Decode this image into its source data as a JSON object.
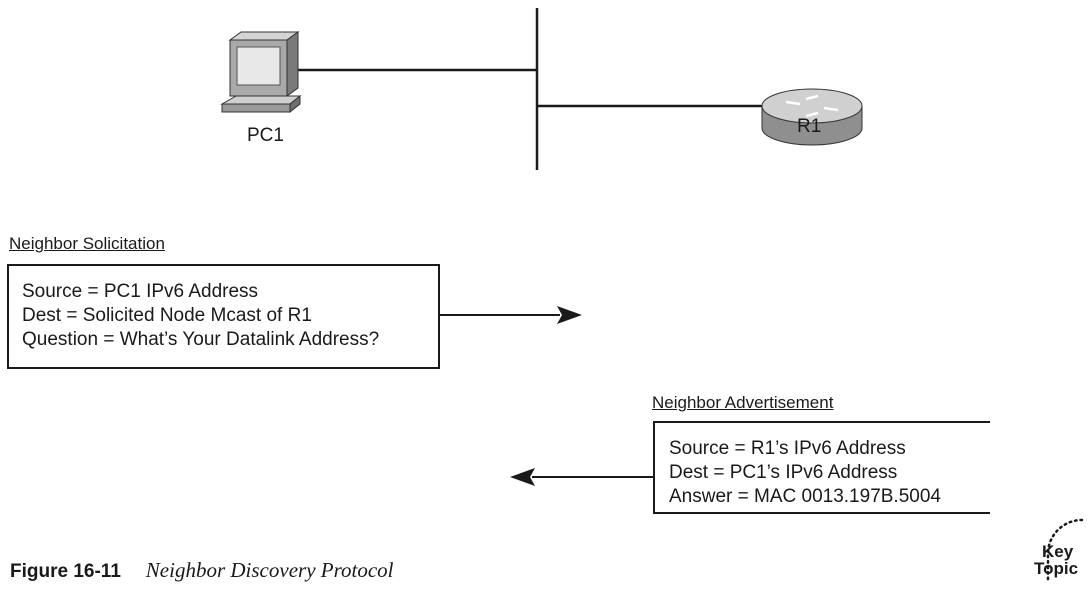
{
  "devices": {
    "pc_label": "PC1",
    "router_label": "R1"
  },
  "solicitation": {
    "heading": "Neighbor Solicitation",
    "lines": [
      "Source = PC1 IPv6 Address",
      "Dest = Solicited Node Mcast of R1",
      "Question = What’s Your Datalink Address?"
    ]
  },
  "advertisement": {
    "heading": "Neighbor Advertisement",
    "lines": [
      "Source = R1’s IPv6 Address",
      "Dest = PC1’s IPv6 Address",
      "Answer = MAC 0013.197B.5004"
    ]
  },
  "caption": {
    "number": "Figure 16-11",
    "title": "Neighbor Discovery Protocol"
  },
  "badge": {
    "line1": "Key",
    "line2": "Topic"
  },
  "colors": {
    "ink": "#1a1a1a",
    "router_body": "#b8b8b8",
    "monitor_body": "#a9a9a9"
  }
}
